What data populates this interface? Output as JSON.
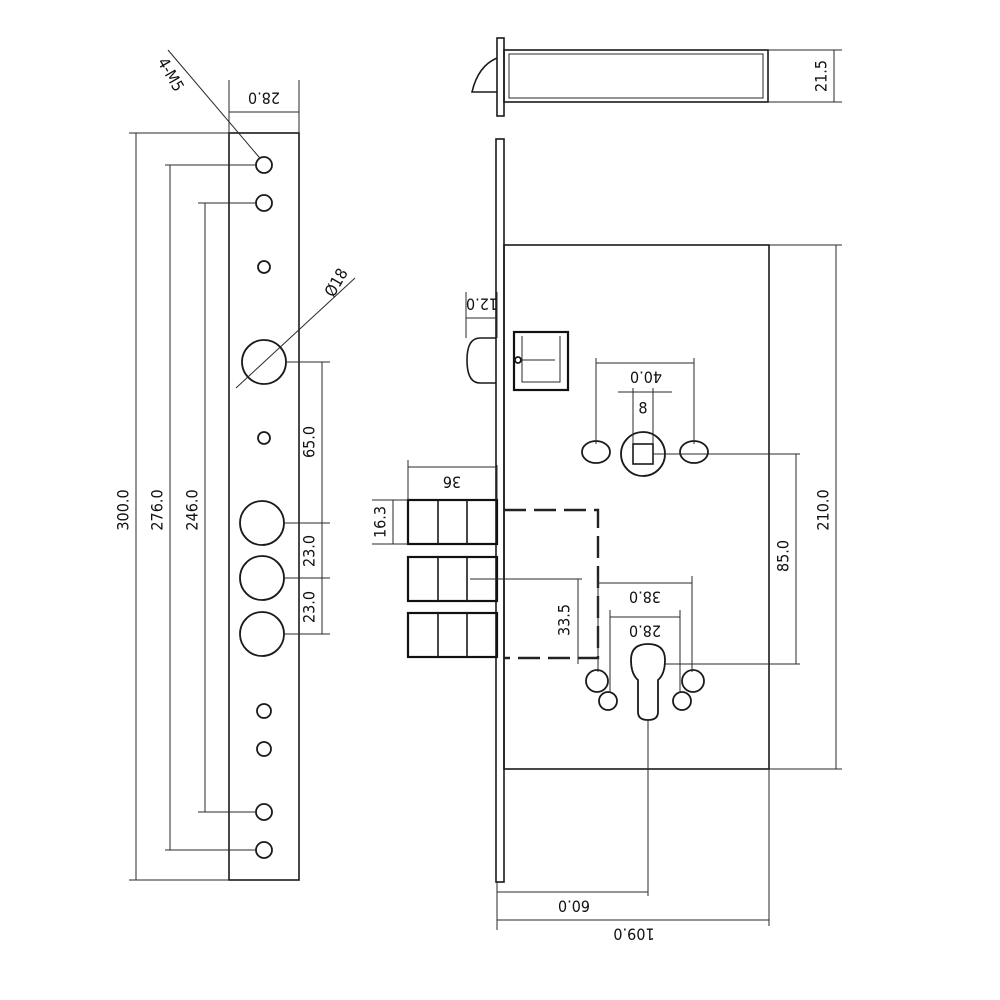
{
  "dimensions": {
    "hole_spec": "4-M5",
    "plate_width": "28.0",
    "big_hole_dia": "Ø18",
    "total_length": "300.0",
    "hole_span_outer": "276.0",
    "hole_span_inner": "246.0",
    "spindle_to_bolt": "65.0",
    "bolt_pitch_1": "23.0",
    "bolt_pitch_2": "23.0",
    "faceplate_depth": "21.5",
    "latch_height": "12.0",
    "handle_hole_spacing": "40.0",
    "spindle_square": "8",
    "bolt_throw": "36",
    "bolt_height": "16.3",
    "bolt_to_cylinder": "33.5",
    "cylinder_hole_spacing": "38.0",
    "cylinder_spacing_inner": "28.0",
    "spindle_to_cylinder": "85.0",
    "case_height": "210.0",
    "backset": "60.0",
    "case_width": "109.0"
  },
  "colors": {
    "line": "#1a1a1a",
    "background": "#ffffff"
  }
}
